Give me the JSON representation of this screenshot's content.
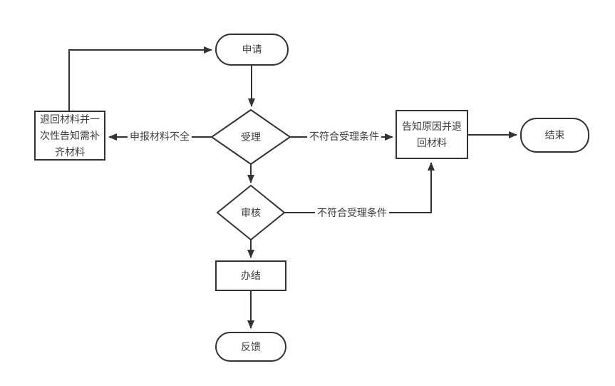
{
  "diagram": {
    "background": "#ffffff",
    "line_color": "#333333",
    "text_color": "#3d3d3d",
    "nodes": {
      "apply": {
        "label": "申请",
        "shape": "stadium"
      },
      "accept": {
        "label": "受理",
        "shape": "diamond"
      },
      "return_materials": {
        "label": "退回材料并一次性告知需补齐材料",
        "shape": "rect"
      },
      "notify_reason": {
        "label": "告知原因并退回材料",
        "shape": "rect"
      },
      "end": {
        "label": "结束",
        "shape": "stadium"
      },
      "review": {
        "label": "审核",
        "shape": "diamond"
      },
      "complete": {
        "label": "办结",
        "shape": "rect"
      },
      "feedback": {
        "label": "反馈",
        "shape": "stadium"
      }
    },
    "edge_labels": {
      "materials_incomplete": "申报材料不全",
      "not_qualified_accept": "不符合受理条件",
      "not_qualified_review": "不符合受理条件"
    }
  }
}
